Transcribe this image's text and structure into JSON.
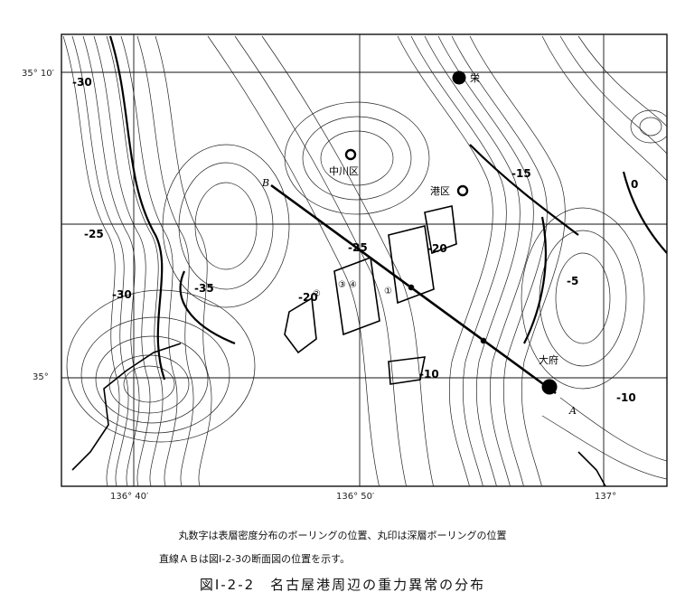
{
  "map": {
    "latitude_labels": [
      "35° 10′",
      "35°"
    ],
    "longitude_labels": [
      "136° 40′",
      "136° 50′",
      "137°"
    ],
    "contour_labels": [
      "-30",
      "-25",
      "-35",
      "-30",
      "-25",
      "-20",
      "-15",
      "-10",
      "-5",
      "-10",
      "-20",
      "0"
    ],
    "place_labels": [
      "中川区",
      "港区",
      "栄",
      "大府"
    ],
    "profile_endpoints": [
      "B",
      "A"
    ],
    "boring_markers": [
      "①",
      "②",
      "③",
      "④"
    ]
  },
  "caption": {
    "note_line1": "丸数字は表層密度分布のボーリングの位置、丸印は深層ボーリングの位置",
    "note_line2": "直線ＡＢは図Ⅰ-2-3の断面図の位置を示す。",
    "title": "図Ⅰ-2-2　名古屋港周辺の重力異常の分布"
  }
}
